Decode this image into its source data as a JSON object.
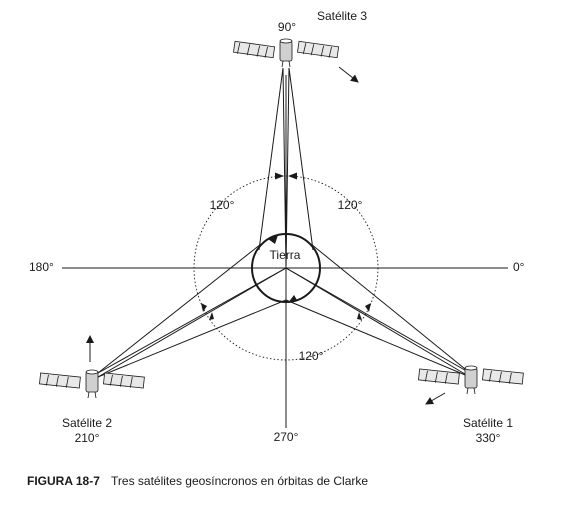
{
  "figure": {
    "earth_label": "Tierra",
    "angles": {
      "east": "0°",
      "north": "90°",
      "west": "180°",
      "south": "270°"
    },
    "separations": [
      "120°",
      "120°",
      "120°"
    ],
    "satellites": [
      {
        "name": "Satélite 1",
        "longitude": "330°"
      },
      {
        "name": "Satélite 2",
        "longitude": "210°"
      },
      {
        "name": "Satélite 3",
        "longitude": "90°"
      }
    ]
  },
  "caption": {
    "label": "FIGURA 18-7",
    "text": "Tres satélites geosíncronos en órbitas de Clarke"
  },
  "colors": {
    "ink": "#1a1a1a",
    "background": "#ffffff"
  }
}
